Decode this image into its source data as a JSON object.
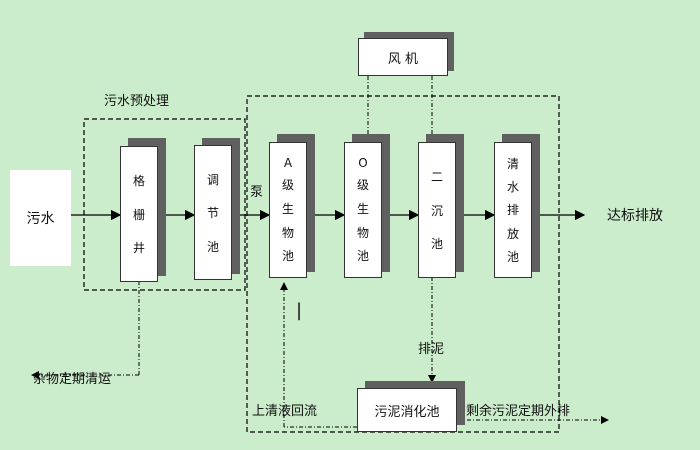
{
  "inputs": {
    "sewage": "污水"
  },
  "outputs": {
    "discharge": "达标排放"
  },
  "groups": {
    "pretreatment": "污水预处理"
  },
  "units": {
    "grating_well": [
      "格",
      "栅",
      "井"
    ],
    "regulating_tank": [
      "调",
      "节",
      "池"
    ],
    "a_tank": [
      "A",
      "级",
      "生",
      "物",
      "池"
    ],
    "o_tank": [
      "O",
      "级",
      "生",
      "物",
      "池"
    ],
    "secondary_clarifier": [
      "二",
      "沉",
      "池"
    ],
    "clear_water_tank": [
      "清",
      "水",
      "排",
      "放",
      "池"
    ],
    "blower": "风 机",
    "sludge_digester": "污泥消化池"
  },
  "annotations": {
    "pump": "泵",
    "sludge_discharge": "排泥",
    "debris": "杂物定期清运",
    "supernatant_return": "上清液回流",
    "excess_sludge": "剩余污泥定期外排",
    "mark": "|"
  },
  "colors": {
    "background": "#ccedcc",
    "box_fill": "#ffffff",
    "shadow": "#606060",
    "line": "#000000"
  }
}
